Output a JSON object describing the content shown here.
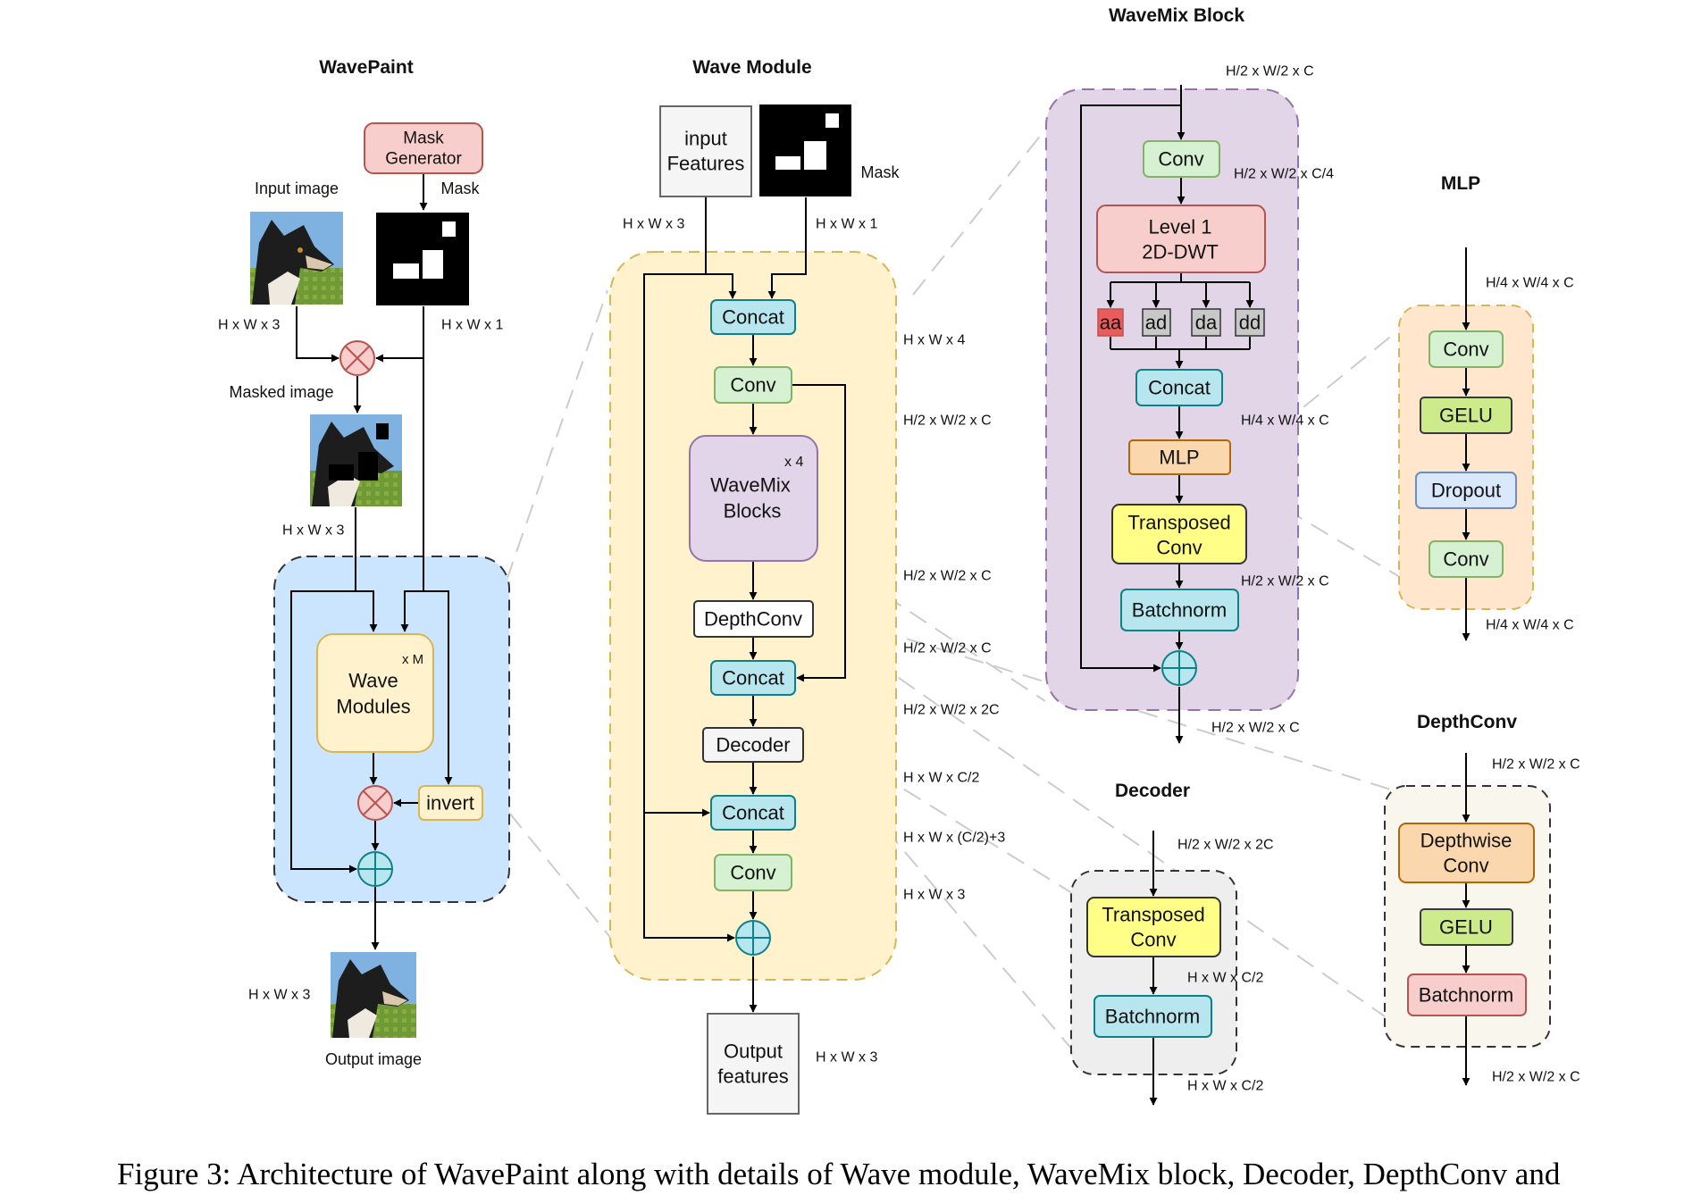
{
  "titles": {
    "wavepaint": "WavePaint",
    "wave_module": "Wave Module",
    "wavemix_block": "WaveMix Block",
    "mlp": "MLP",
    "decoder": "Decoder",
    "depthconv": "DepthConv"
  },
  "wavepaint": {
    "mask_generator": [
      "Mask",
      "Generator"
    ],
    "input_image": "Input image",
    "mask": "Mask",
    "masked_image": "Masked image",
    "output_image": "Output image",
    "wave_modules": [
      "Wave",
      "Modules"
    ],
    "repeat": "x M",
    "invert": "invert",
    "dims": {
      "img_in": "H x W x 3",
      "mask": "H x W x 1",
      "masked": "H x W x 3",
      "out": "H x W x 3"
    }
  },
  "wave_module": {
    "input_features": [
      "input",
      "Features"
    ],
    "mask": "Mask",
    "concat": "Concat",
    "conv": "Conv",
    "wavemix_blocks": [
      "WaveMix",
      "Blocks"
    ],
    "repeat": "x 4",
    "depthconv": "DepthConv",
    "decoder": "Decoder",
    "output_features": [
      "Output",
      "features"
    ],
    "dims": {
      "in_features": "H x W x 3",
      "in_mask": "H x W x 1",
      "d1": "H x W x 4",
      "d2": "H/2 x W/2 x C",
      "d3": "H/2 x W/2 x C",
      "d4": "H/2 x W/2 x C",
      "d5": "H/2 x W/2 x 2C",
      "d6": "H x W x C/2",
      "d7": "H x W x (C/2)+3",
      "d8": "H x W x 3",
      "out": "H x W x 3"
    }
  },
  "wavemix_block": {
    "conv": "Conv",
    "dwt": [
      "Level 1",
      "2D-DWT"
    ],
    "subbands": [
      "aa",
      "ad",
      "da",
      "dd"
    ],
    "concat": "Concat",
    "mlp": "MLP",
    "transposed_conv": [
      "Transposed",
      "Conv"
    ],
    "batchnorm": "Batchnorm",
    "dims": {
      "in": "H/2 x W/2 x C",
      "conv": "H/2 x W/2 x C/4",
      "mlp": "H/4 x W/4 x C",
      "tconv": "H/2 x W/2 x C",
      "out": "H/2 x W/2 x C"
    }
  },
  "mlp": {
    "conv1": "Conv",
    "gelu": "GELU",
    "dropout": "Dropout",
    "conv2": "Conv",
    "dims": {
      "in": "H/4 x W/4 x C",
      "out": "H/4 x W/4 x C"
    }
  },
  "decoder": {
    "transposed_conv": [
      "Transposed",
      "Conv"
    ],
    "batchnorm": "Batchnorm",
    "dims": {
      "in": "H/2 x W/2 x 2C",
      "mid": "H x W x C/2",
      "out": "H x W x C/2"
    }
  },
  "depthconv": {
    "depthwise_conv": [
      "Depthwise",
      "Conv"
    ],
    "gelu": "GELU",
    "batchnorm": "Batchnorm",
    "dims": {
      "in": "H/2 x W/2 x C",
      "out": "H/2 x W/2 x C"
    }
  },
  "caption": "Figure 3: Architecture of WavePaint along with details of Wave module, WaveMix block, Decoder, DepthConv and",
  "colors": {
    "cyan": "#b7e6ee",
    "green": "#d6f0d2",
    "purple": "#e2d5ea",
    "red": "#f8cecc",
    "orange": "#fad7ac",
    "yellow": "#ffff88",
    "lime": "#cdeb8b",
    "blue": "#dae8fc",
    "gray": "#f5f5f5",
    "wavepaint_bg": "#cce5ff",
    "wave_module_bg": "#fff2cc",
    "wavemix_bg": "#e1d5e7",
    "mlp_bg": "#ffe6cc",
    "decoder_bg": "#eeeeee",
    "depthconv_bg": "#f9f7ed"
  }
}
